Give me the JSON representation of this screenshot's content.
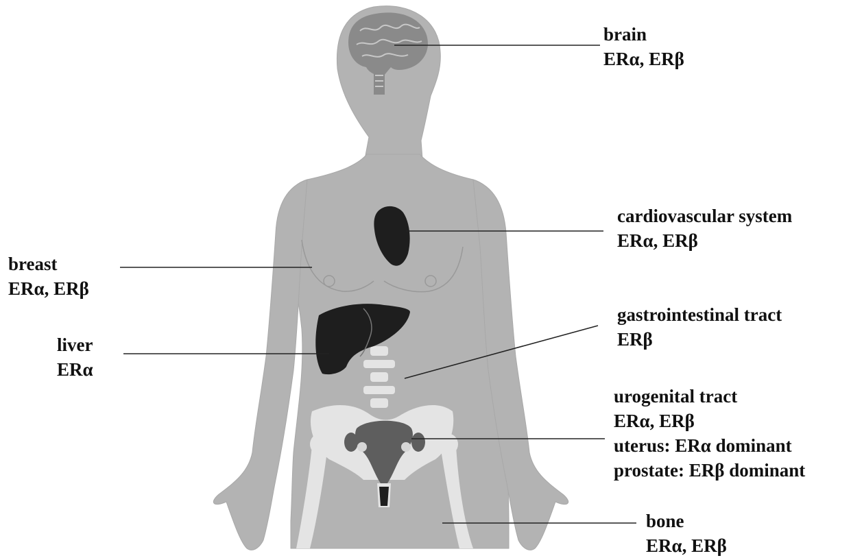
{
  "colors": {
    "body": "#b3b3b3",
    "body_outline": "#a8a8a8",
    "bone": "#e4e4e4",
    "organ_dark": "#1e1e1e",
    "brain": "#8a8a8a",
    "uterus": "#5e5e5e",
    "leader_line": "#222222",
    "text": "#111111"
  },
  "labels": {
    "brain": {
      "name": "brain",
      "receptors": "ERα, ERβ"
    },
    "cardiovascular": {
      "name": "cardiovascular system",
      "receptors": "ERα, ERβ"
    },
    "breast": {
      "name": "breast",
      "receptors": "ERα, ERβ"
    },
    "gastrointestinal": {
      "name": "gastrointestinal tract",
      "receptors": "ERβ"
    },
    "liver": {
      "name": "liver",
      "receptors": "ERα"
    },
    "urogenital": {
      "name": "urogenital tract",
      "receptors": "ERα, ERβ",
      "uterus": "uterus: ERα dominant",
      "prostate": "prostate: ERβ dominant"
    },
    "bone": {
      "name": "bone",
      "receptors": "ERα, ERβ"
    }
  }
}
